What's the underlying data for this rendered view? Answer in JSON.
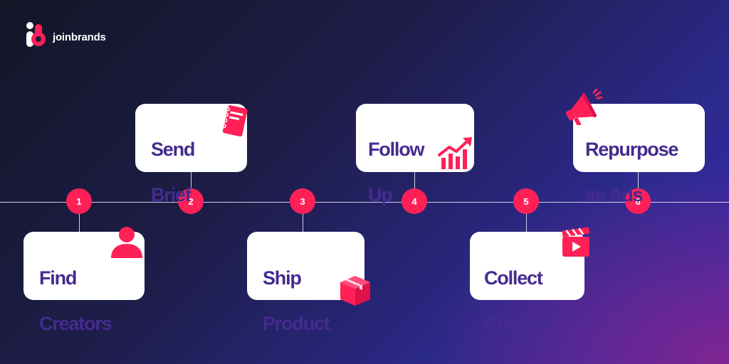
{
  "brand": {
    "name": "joinbrands"
  },
  "colors": {
    "accent": "#ff2058",
    "title": "#452b8f",
    "line": "#cfd0e6"
  },
  "steps": [
    {
      "number": "1",
      "line1": "Find",
      "line2": "Creators",
      "icon": "user-icon"
    },
    {
      "number": "2",
      "line1": "Send",
      "line2": "Brief",
      "icon": "notebook-icon"
    },
    {
      "number": "3",
      "line1": "Ship",
      "line2": "Product",
      "icon": "package-box-icon"
    },
    {
      "number": "4",
      "line1": "Follow",
      "line2": "Up",
      "icon": "growth-chart-icon"
    },
    {
      "number": "5",
      "line1": "Collect",
      "line2": "Content",
      "icon": "video-clapper-icon"
    },
    {
      "number": "6",
      "line1": "Repurpose",
      "line2": "as Ads",
      "icon": "megaphone-icon"
    }
  ]
}
